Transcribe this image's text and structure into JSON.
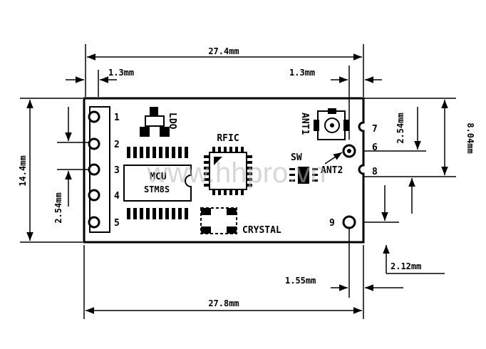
{
  "dimensions": {
    "top_width": "27.4mm",
    "bottom_width": "27.8mm",
    "left_inset": "1.3mm",
    "right_inset": "1.3mm",
    "height": "14.4mm",
    "left_pitch": "2.54mm",
    "right_pitch": "2.54mm",
    "right_height": "8.04mm",
    "bottom_right_offset": "2.12mm",
    "bottom_inset": "1.55mm"
  },
  "components": {
    "ldo": "LDO",
    "rfic": "RFIC",
    "mcu": "MCU",
    "mcu_part": "STM8S",
    "sw": "SW",
    "crystal": "CRYSTAL",
    "ant1": "ANT1",
    "ant2": "ANT2"
  },
  "pins": [
    "1",
    "2",
    "3",
    "4",
    "5",
    "6",
    "7",
    "8",
    "9"
  ],
  "watermark": "www.hhpro.vn"
}
